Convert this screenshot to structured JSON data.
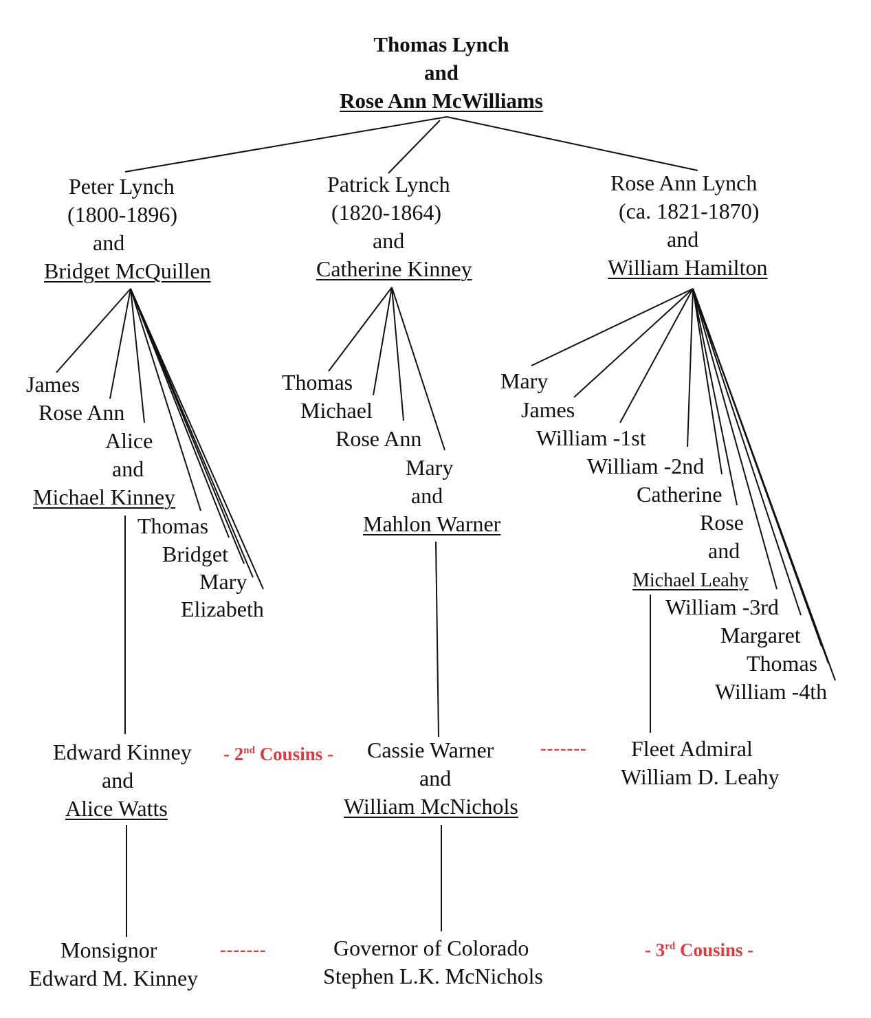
{
  "root": {
    "name": "Thomas Lynch",
    "connector": "and",
    "spouse": "Rose Ann McWilliams"
  },
  "gen2": [
    {
      "name": "Peter  Lynch",
      "dates": "(1800-1896)",
      "connector": "and",
      "spouse": "Bridget McQuillen",
      "children": [
        "James",
        "Rose Ann",
        "Alice",
        "Thomas",
        "Bridget",
        "Mary",
        "Elizabeth"
      ],
      "married_child": {
        "connector": "and",
        "spouse": "Michael Kinney"
      }
    },
    {
      "name": "Patrick Lynch",
      "dates": "(1820-1864)",
      "connector": "and",
      "spouse": "Catherine Kinney",
      "children": [
        "Thomas",
        "Michael",
        "Rose Ann",
        "Mary"
      ],
      "married_child": {
        "connector": "and",
        "spouse": "Mahlon Warner"
      }
    },
    {
      "name": "Rose Ann Lynch",
      "dates": "(ca. 1821-1870)",
      "connector": "and",
      "spouse": "William Hamilton",
      "children": [
        "Mary",
        "James",
        "William -1st",
        "William -2nd",
        "Catherine",
        "Rose",
        "William -3rd",
        "Margaret",
        "Thomas",
        "William -4th"
      ],
      "married_child": {
        "connector": "and",
        "spouse": "Michael Leahy"
      }
    }
  ],
  "gen4": {
    "left": {
      "name": "Edward Kinney",
      "connector": "and",
      "spouse": "Alice Watts"
    },
    "middle": {
      "name": "Cassie Warner",
      "connector": "and",
      "spouse": "William McNichols"
    },
    "right": {
      "line1": "Fleet Admiral",
      "line2": "William D. Leahy"
    }
  },
  "gen5": {
    "left": {
      "line1": "Monsignor",
      "line2": "Edward M. Kinney"
    },
    "middle": {
      "line1": "Governor of Colorado",
      "line2": "Stephen L.K. McNichols"
    }
  },
  "cousin_labels": {
    "second": {
      "prefix": "- 2",
      "sup": "nd",
      "suffix": " Cousins -"
    },
    "third": {
      "prefix": "- 3",
      "sup": "rd",
      "suffix": " Cousins -"
    },
    "dashes": "-------"
  },
  "colors": {
    "text": "#111111",
    "cousin_label": "#e03a3e",
    "lines": "#111111"
  }
}
